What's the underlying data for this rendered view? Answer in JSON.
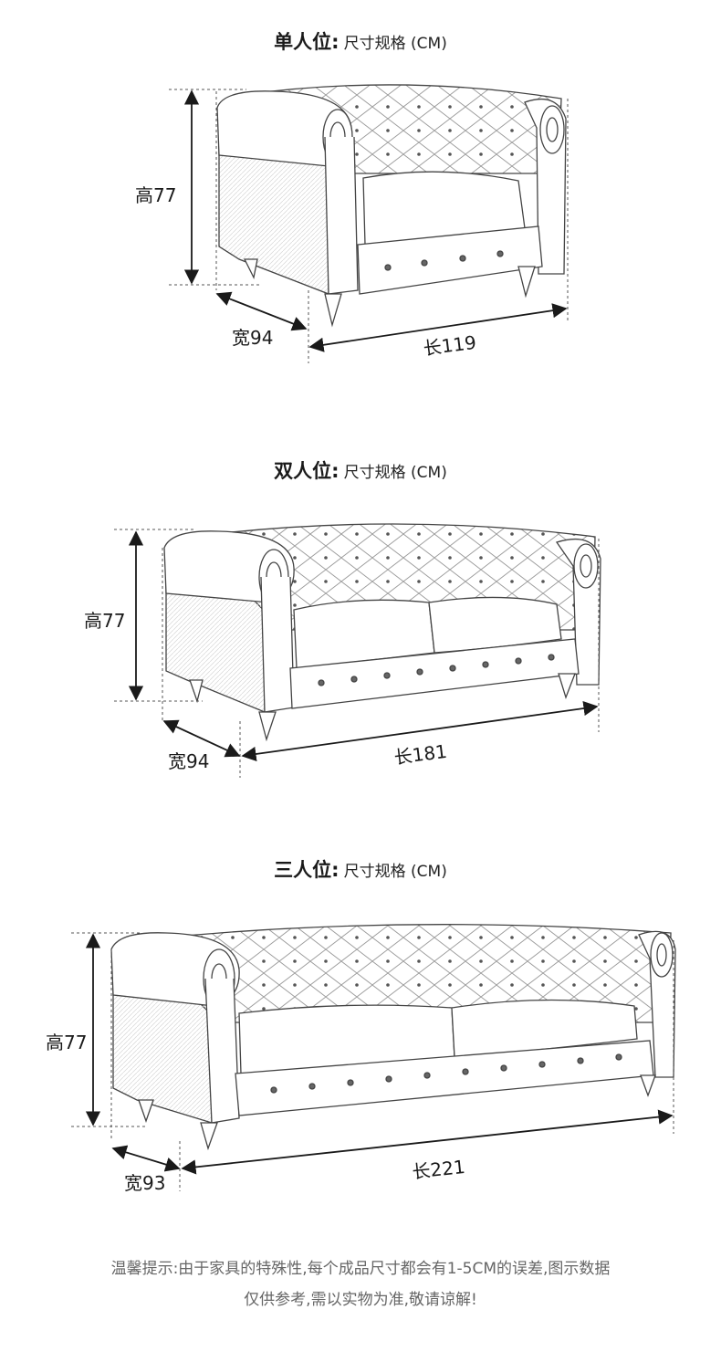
{
  "sections": [
    {
      "title_strong": "单人位:",
      "title_sub": "尺寸规格 (CM)",
      "height_label": "高77",
      "width_label": "宽94",
      "length_label": "长119"
    },
    {
      "title_strong": "双人位:",
      "title_sub": "尺寸规格 (CM)",
      "height_label": "高77",
      "width_label": "宽94",
      "length_label": "长181"
    },
    {
      "title_strong": "三人位:",
      "title_sub": "尺寸规格 (CM)",
      "height_label": "高77",
      "width_label": "宽93",
      "length_label": "长221"
    }
  ],
  "notice": {
    "line1": "温馨提示:由于家具的特殊性,每个成品尺寸都会有1-5CM的误差,图示数据",
    "line2": "仅供参考,需以实物为准,敬请谅解!"
  }
}
